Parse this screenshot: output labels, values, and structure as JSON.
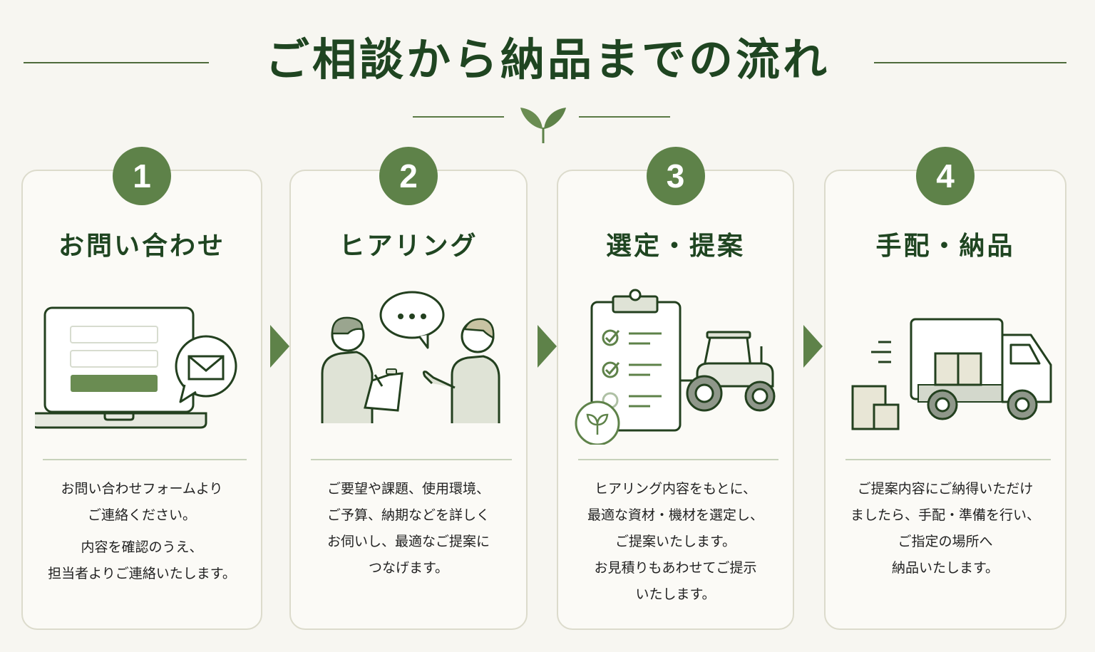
{
  "header": {
    "title": "ご相談から納品までの流れ"
  },
  "colors": {
    "primary_green": "#5e8249",
    "title_green": "#1f4521",
    "card_border": "#dcdbcc",
    "background": "#f7f6f1"
  },
  "steps": [
    {
      "number": "1",
      "title": "お問い合わせ",
      "icon": "laptop-mail-icon",
      "description": [
        "お問い合わせフォームより",
        "ご連絡ください。"
      ],
      "description_extra": [
        "内容を確認のうえ、",
        "担当者よりご連絡いたします。"
      ]
    },
    {
      "number": "2",
      "title": "ヒアリング",
      "icon": "conversation-icon",
      "description": [
        "ご要望や課題、使用環境、",
        "ご予算、納期などを詳しく",
        "お伺いし、最適なご提案に",
        "つなげます。"
      ]
    },
    {
      "number": "3",
      "title": "選定・提案",
      "icon": "clipboard-tractor-icon",
      "description": [
        "ヒアリング内容をもとに、",
        "最適な資材・機材を選定し、",
        "ご提案いたします。",
        "お見積りもあわせてご提示",
        "いたします。"
      ]
    },
    {
      "number": "4",
      "title": "手配・納品",
      "icon": "delivery-truck-icon",
      "description": [
        "ご提案内容にご納得いただけ",
        "ましたら、手配・準備を行い、",
        "ご指定の場所へ",
        "納品いたします。"
      ]
    }
  ]
}
